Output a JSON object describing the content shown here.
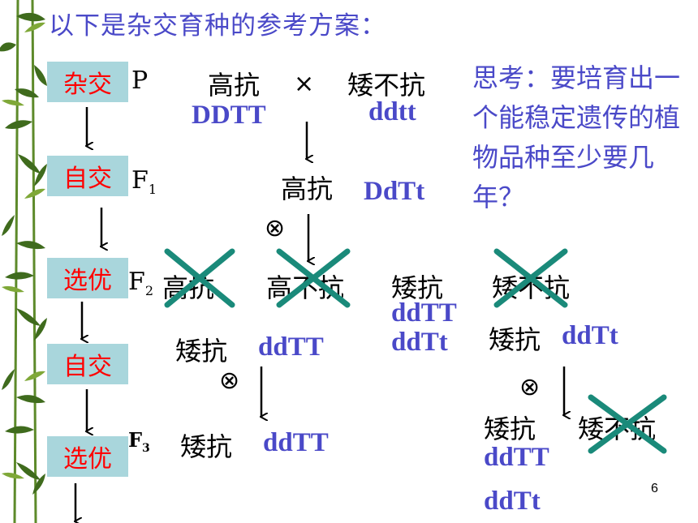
{
  "title": "以下是杂交育种的参考方案：",
  "steps": [
    "杂交",
    "自交",
    "选优",
    "自交",
    "选优"
  ],
  "generations": {
    "p": "P",
    "f": "F",
    "f1_sub": "1",
    "f2_sub": "2",
    "f3_sub": "3"
  },
  "parents": {
    "left_pheno": "高抗",
    "left_geno": "DDTT",
    "cross": "×",
    "right_pheno": "矮不抗",
    "right_geno": "ddtt"
  },
  "f1": {
    "pheno": "高抗",
    "geno": "DdTt"
  },
  "selfing_symbol": "⊗",
  "f2": {
    "types": [
      "高抗",
      "高不抗",
      "矮抗",
      "矮不抗"
    ],
    "crossed_out": [
      true,
      true,
      false,
      true
    ],
    "selected_genos": [
      "ddTT",
      "ddTt"
    ]
  },
  "branch_left": {
    "pheno": "矮抗",
    "geno": "ddTT",
    "f3_pheno": "矮抗",
    "f3_geno": "ddTT"
  },
  "branch_right": {
    "pheno": "矮抗",
    "geno": "ddTt",
    "offspring_a": "矮抗",
    "offspring_b": "矮不抗",
    "offspring_genos": [
      "ddTT",
      "ddTt"
    ]
  },
  "question": "思考：要培育出一个能稳定遗传的植物品种至少要几年？",
  "page_number": "6",
  "colors": {
    "title": "#4a49c8",
    "genotype": "#4a49c8",
    "step_bg": "#a9d6dc",
    "step_text": "#ff0000",
    "cross_mark": "#1a8a7a"
  }
}
